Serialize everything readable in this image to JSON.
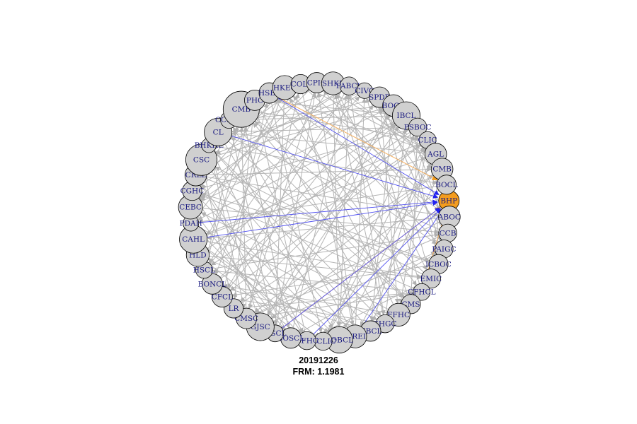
{
  "figure": {
    "date_label": "20191226",
    "frm_label": "FRM: 1.1981"
  },
  "colors": {
    "node_fill": "#d0d0d0",
    "highlight_fill": "#f39c1f",
    "edge_gray": "#b5b5b5",
    "edge_blue": "#5050f0",
    "edge_orange": "#f5b060",
    "label": "#1a1a80"
  },
  "nodes": [
    {
      "id": "BHP",
      "size": 1.0,
      "highlight": true
    },
    {
      "id": "ABOC",
      "size": 1.1
    },
    {
      "id": "CCB",
      "size": 0.8
    },
    {
      "id": "PAIGC",
      "size": 0.8
    },
    {
      "id": "ICBOC",
      "size": 0.9
    },
    {
      "id": "EMIC",
      "size": 0.9
    },
    {
      "id": "CFHCL",
      "size": 0.7
    },
    {
      "id": "CMS",
      "size": 0.9
    },
    {
      "id": "FFHC",
      "size": 1.2
    },
    {
      "id": "SHGC",
      "size": 0.8
    },
    {
      "id": "HBCL",
      "size": 1.0
    },
    {
      "id": "WREI",
      "size": 1.2
    },
    {
      "id": "BOBCL",
      "size": 1.5
    },
    {
      "id": "NCLIC",
      "size": 0.8
    },
    {
      "id": "GFHC",
      "size": 0.8
    },
    {
      "id": "BOSCL",
      "size": 1.0
    },
    {
      "id": "HSCL",
      "size": 0.7
    },
    {
      "id": "GJSC",
      "size": 1.6
    },
    {
      "id": "CMSC",
      "size": 1.0
    },
    {
      "id": "LR",
      "size": 0.9
    },
    {
      "id": "CFCL",
      "size": 1.0
    },
    {
      "id": "BONCL",
      "size": 1.0
    },
    {
      "id": "HSCL",
      "size": 0.7
    },
    {
      "id": "HLD",
      "size": 1.2
    },
    {
      "id": "CAHL",
      "size": 1.6
    },
    {
      "id": "PDAH",
      "size": 0.6
    },
    {
      "id": "CEBC",
      "size": 1.3
    },
    {
      "id": "CGHC",
      "size": 0.9
    },
    {
      "id": "CRLL",
      "size": 1.1
    },
    {
      "id": "CSC",
      "size": 1.9
    },
    {
      "id": "BHKHL",
      "size": 0.5
    },
    {
      "id": "CL",
      "size": 1.6
    },
    {
      "id": "CCBCL",
      "size": 0.7
    },
    {
      "id": "CMB",
      "size": 2.3
    },
    {
      "id": "PHC",
      "size": 1.0
    },
    {
      "id": "HSBL",
      "size": 1.0
    },
    {
      "id": "HKEC",
      "size": 1.3
    },
    {
      "id": "COLI",
      "size": 0.9
    },
    {
      "id": "CPIG",
      "size": 1.0
    },
    {
      "id": "SHKP",
      "size": 1.2
    },
    {
      "id": "PABCL",
      "size": 0.8
    },
    {
      "id": "CIVC",
      "size": 0.6
    },
    {
      "id": "SPDB",
      "size": 1.0
    },
    {
      "id": "BOCC",
      "size": 1.1
    },
    {
      "id": "IBCL",
      "size": 1.6
    },
    {
      "id": "PSBOC",
      "size": 0.8
    },
    {
      "id": "CLIC",
      "size": 0.7
    },
    {
      "id": "AGL",
      "size": 1.1
    },
    {
      "id": "CMB",
      "size": 1.1
    },
    {
      "id": "BOCL",
      "size": 0.9
    }
  ],
  "blue_edge_sources": [
    "HSBL",
    "CL",
    "PDAH",
    "CAHL",
    "HSCL",
    "GFHC",
    "WREI"
  ],
  "orange_edge_pairs": [
    [
      "HSBL",
      "BOCL"
    ],
    [
      "HSCL",
      "BHP"
    ],
    [
      "CFHCL",
      "BHP"
    ]
  ],
  "gray_edges": [
    [
      1,
      24
    ],
    [
      2,
      31
    ],
    [
      3,
      36
    ],
    [
      4,
      20
    ],
    [
      5,
      29
    ],
    [
      6,
      41
    ],
    [
      7,
      33
    ],
    [
      8,
      26
    ],
    [
      9,
      44
    ],
    [
      10,
      30
    ],
    [
      11,
      38
    ],
    [
      12,
      27
    ],
    [
      13,
      45
    ],
    [
      14,
      34
    ],
    [
      15,
      40
    ],
    [
      16,
      43
    ],
    [
      17,
      3
    ],
    [
      18,
      37
    ],
    [
      19,
      48
    ],
    [
      20,
      42
    ],
    [
      21,
      46
    ],
    [
      22,
      2
    ],
    [
      23,
      5
    ],
    [
      24,
      47
    ],
    [
      25,
      9
    ],
    [
      26,
      43
    ],
    [
      27,
      45
    ],
    [
      28,
      4
    ],
    [
      29,
      11
    ],
    [
      30,
      49
    ],
    [
      31,
      12
    ],
    [
      32,
      7
    ],
    [
      33,
      15
    ],
    [
      34,
      19
    ],
    [
      35,
      13
    ],
    [
      36,
      21
    ],
    [
      37,
      1
    ],
    [
      38,
      18
    ],
    [
      39,
      22
    ],
    [
      40,
      28
    ],
    [
      41,
      26
    ],
    [
      42,
      8
    ],
    [
      43,
      17
    ],
    [
      44,
      25
    ],
    [
      45,
      19
    ],
    [
      46,
      24
    ],
    [
      47,
      31
    ],
    [
      48,
      39
    ],
    [
      49,
      17
    ],
    [
      1,
      35
    ],
    [
      2,
      38
    ],
    [
      3,
      42
    ],
    [
      4,
      47
    ],
    [
      5,
      14
    ],
    [
      6,
      27
    ],
    [
      7,
      45
    ],
    [
      8,
      36
    ],
    [
      9,
      30
    ],
    [
      10,
      23
    ],
    [
      11,
      32
    ],
    [
      12,
      40
    ],
    [
      13,
      46
    ],
    [
      14,
      28
    ],
    [
      15,
      33
    ],
    [
      16,
      21
    ],
    [
      17,
      44
    ],
    [
      18,
      6
    ],
    [
      19,
      29
    ],
    [
      20,
      35
    ],
    [
      21,
      10
    ],
    [
      22,
      41
    ],
    [
      23,
      36
    ],
    [
      24,
      12
    ],
    [
      25,
      37
    ],
    [
      26,
      2
    ],
    [
      27,
      16
    ],
    [
      28,
      48
    ],
    [
      29,
      43
    ],
    [
      30,
      14
    ],
    [
      31,
      7
    ],
    [
      32,
      44
    ],
    [
      33,
      3
    ],
    [
      34,
      9
    ],
    [
      35,
      28
    ],
    [
      36,
      16
    ],
    [
      37,
      11
    ],
    [
      38,
      26
    ],
    [
      39,
      5
    ],
    [
      40,
      20
    ],
    [
      41,
      1
    ],
    [
      42,
      30
    ],
    [
      43,
      10
    ],
    [
      44,
      34
    ],
    [
      45,
      22
    ],
    [
      46,
      8
    ],
    [
      47,
      13
    ],
    [
      48,
      18
    ],
    [
      49,
      25
    ],
    [
      3,
      15
    ],
    [
      6,
      22
    ],
    [
      9,
      39
    ],
    [
      12,
      47
    ],
    [
      15,
      28
    ],
    [
      18,
      33
    ],
    [
      21,
      44
    ],
    [
      24,
      5
    ],
    [
      27,
      40
    ],
    [
      30,
      18
    ],
    [
      33,
      46
    ],
    [
      36,
      27
    ],
    [
      39,
      12
    ],
    [
      42,
      3
    ],
    [
      45,
      31
    ],
    [
      48,
      11
    ],
    [
      2,
      18
    ],
    [
      5,
      33
    ],
    [
      8,
      21
    ],
    [
      11,
      41
    ],
    [
      14,
      23
    ],
    [
      17,
      30
    ],
    [
      20,
      9
    ],
    [
      23,
      44
    ],
    [
      26,
      15
    ],
    [
      29,
      37
    ],
    [
      32,
      16
    ],
    [
      35,
      6
    ],
    [
      38,
      47
    ],
    [
      41,
      29
    ],
    [
      44,
      4
    ],
    [
      47,
      35
    ],
    [
      1,
      18
    ],
    [
      4,
      27
    ],
    [
      7,
      39
    ],
    [
      10,
      46
    ],
    [
      13,
      24
    ],
    [
      16,
      38
    ],
    [
      19,
      6
    ],
    [
      22,
      33
    ],
    [
      25,
      14
    ],
    [
      28,
      1
    ],
    [
      31,
      40
    ],
    [
      34,
      22
    ],
    [
      37,
      47
    ],
    [
      40,
      9
    ],
    [
      43,
      32
    ],
    [
      46,
      20
    ],
    [
      49,
      41
    ],
    [
      2,
      44
    ],
    [
      5,
      42
    ],
    [
      8,
      14
    ]
  ]
}
